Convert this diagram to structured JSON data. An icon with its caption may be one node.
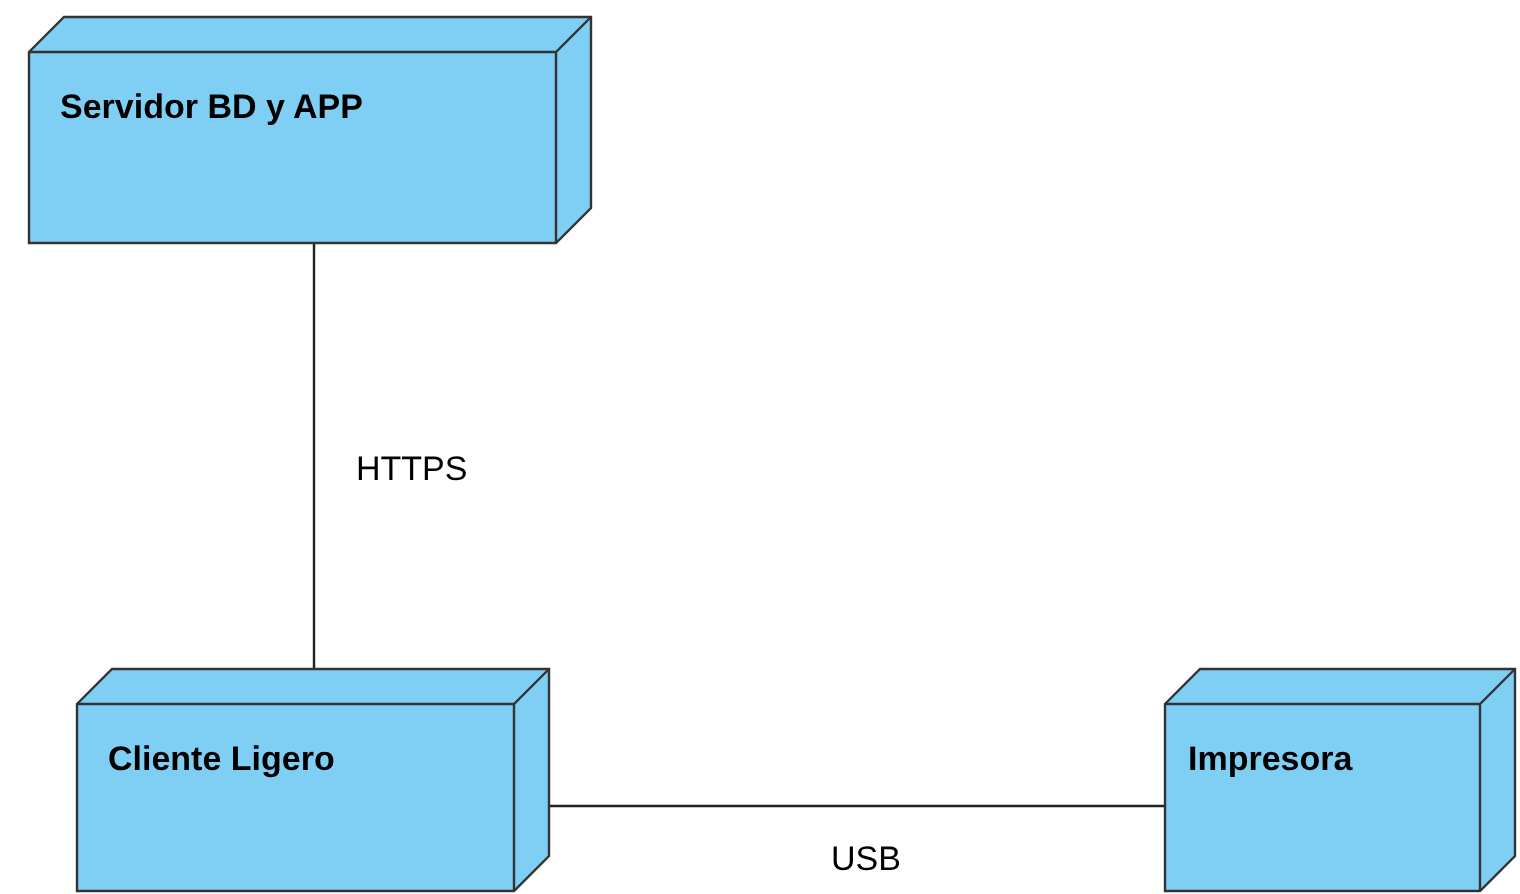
{
  "diagram": {
    "nodes": [
      {
        "text": [
          "Servidor BD y APP"
        ]
      },
      {
        "text": [
          "Cliente Ligero"
        ]
      },
      {
        "text": [
          "Impresora"
        ]
      }
    ],
    "edges": [
      {
        "from": 0,
        "to": 1,
        "arrow": "none",
        "label": "HTTPS"
      },
      {
        "from": 1,
        "to": 2,
        "arrow": "none",
        "label": "USB"
      }
    ]
  }
}
